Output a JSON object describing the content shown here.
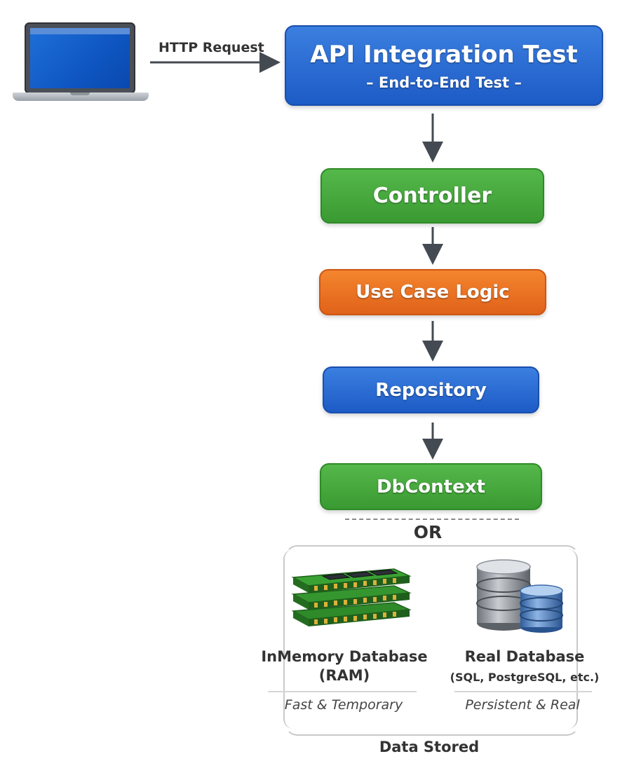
{
  "client": {
    "request_label": "HTTP Request"
  },
  "api": {
    "title": "API Integration Test",
    "subtitle": "– End-to-End Test –",
    "color": "#2c6fd8"
  },
  "layers": {
    "controller": "Controller",
    "use_case": "Use Case Logic",
    "repository": "Repository",
    "db_context": "DbContext"
  },
  "choice": {
    "or_label": "OR"
  },
  "databases": {
    "in_memory": {
      "title": "InMemory Database",
      "subtitle": "(RAM)",
      "note": "Fast & Temporary"
    },
    "real": {
      "title": "Real Database",
      "subtitle": "(SQL, PostgreSQL, etc.)",
      "note": "Persistent & Real"
    }
  },
  "footer": {
    "label": "Data Stored"
  },
  "colors": {
    "green": "#45a83c",
    "orange": "#ec7424",
    "blue": "#2a67cf",
    "arrow": "#444a52"
  }
}
